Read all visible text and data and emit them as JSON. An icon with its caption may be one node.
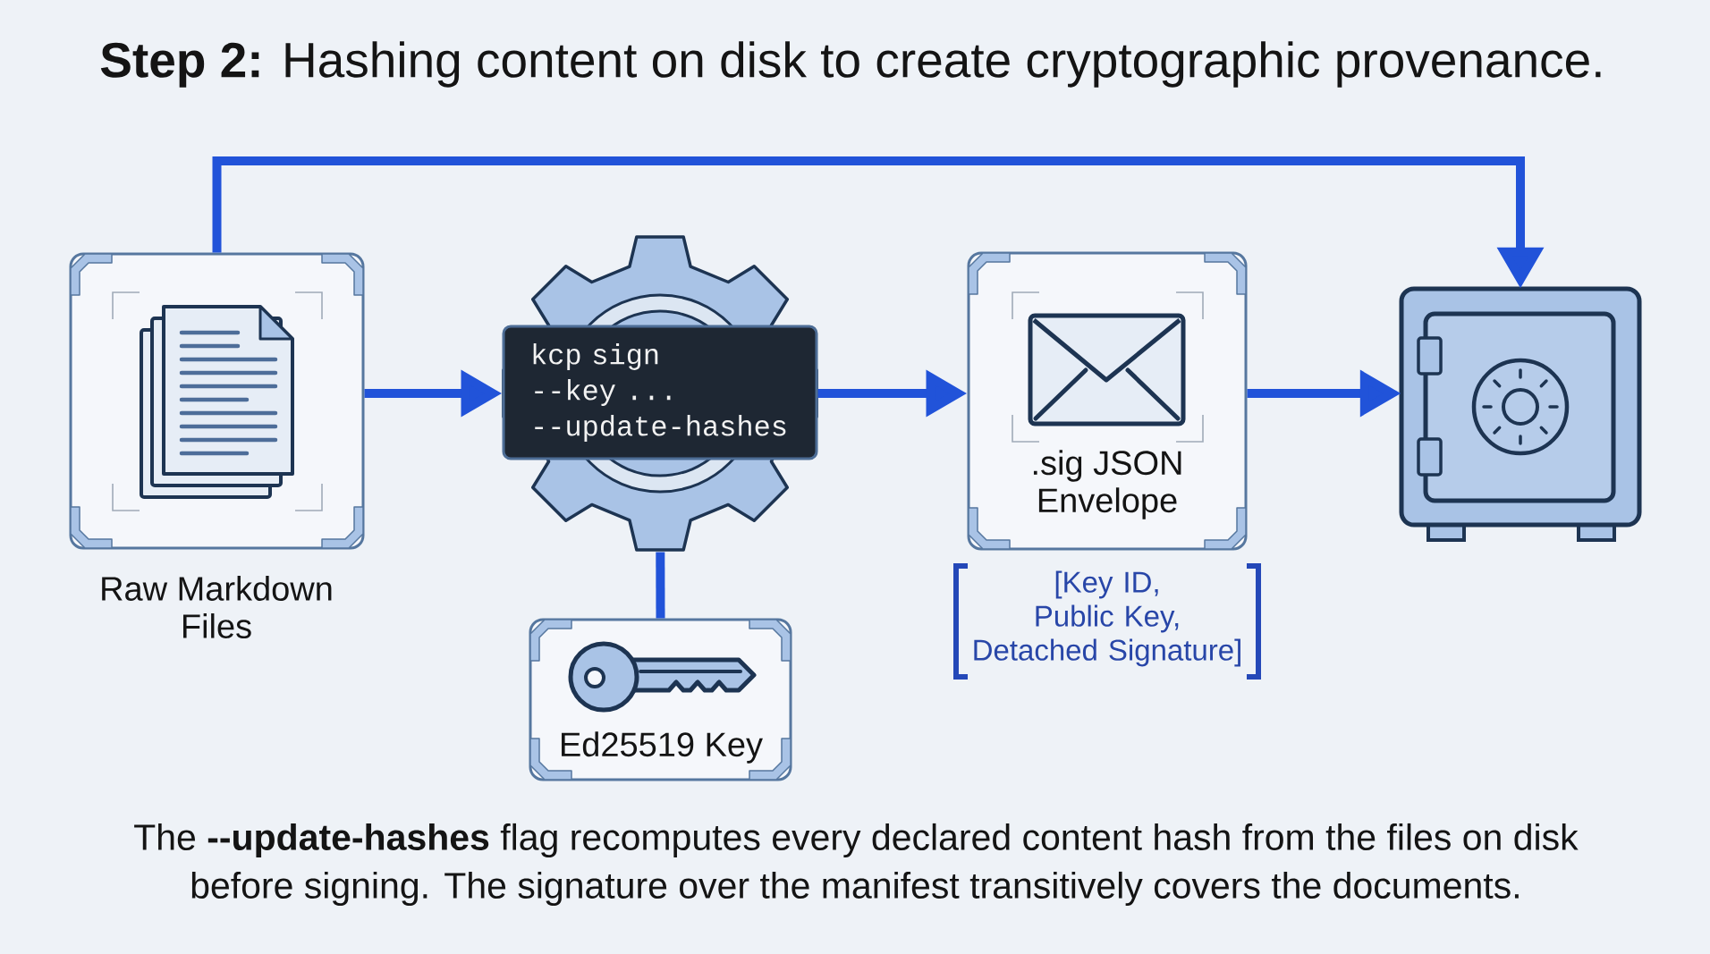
{
  "diagram": {
    "title": "**Step 2:** Hashing content on disk to create cryptographic provenance.",
    "caption": "The **--update-hashes** flag recomputes every declared content hash from the files on disk before signing. The signature over the manifest transitively covers the documents.",
    "nodes": [
      {
        "text": [
          "Raw Markdown Files"
        ]
      },
      {
        "text": [
          "kcp sign --key ... --update-hashes"
        ]
      },
      {
        "text": [
          ".sig JSON Envelope"
        ],
        "beside": [
          "[Key ID, Public Key, Detached Signature]"
        ]
      },
      {
        "text": [],
        "shape": "safe"
      },
      {
        "text": [
          "Ed25519 Key"
        ]
      }
    ],
    "edges": [
      {
        "from": 0,
        "to": 1,
        "arrow": "to"
      },
      {
        "from": 1,
        "to": 2,
        "arrow": "to"
      },
      {
        "from": 2,
        "to": 3,
        "arrow": "to"
      },
      {
        "from": 0,
        "to": 3,
        "arrow": "to"
      },
      {
        "from": 1,
        "to": 4,
        "arrow": "none"
      }
    ]
  }
}
